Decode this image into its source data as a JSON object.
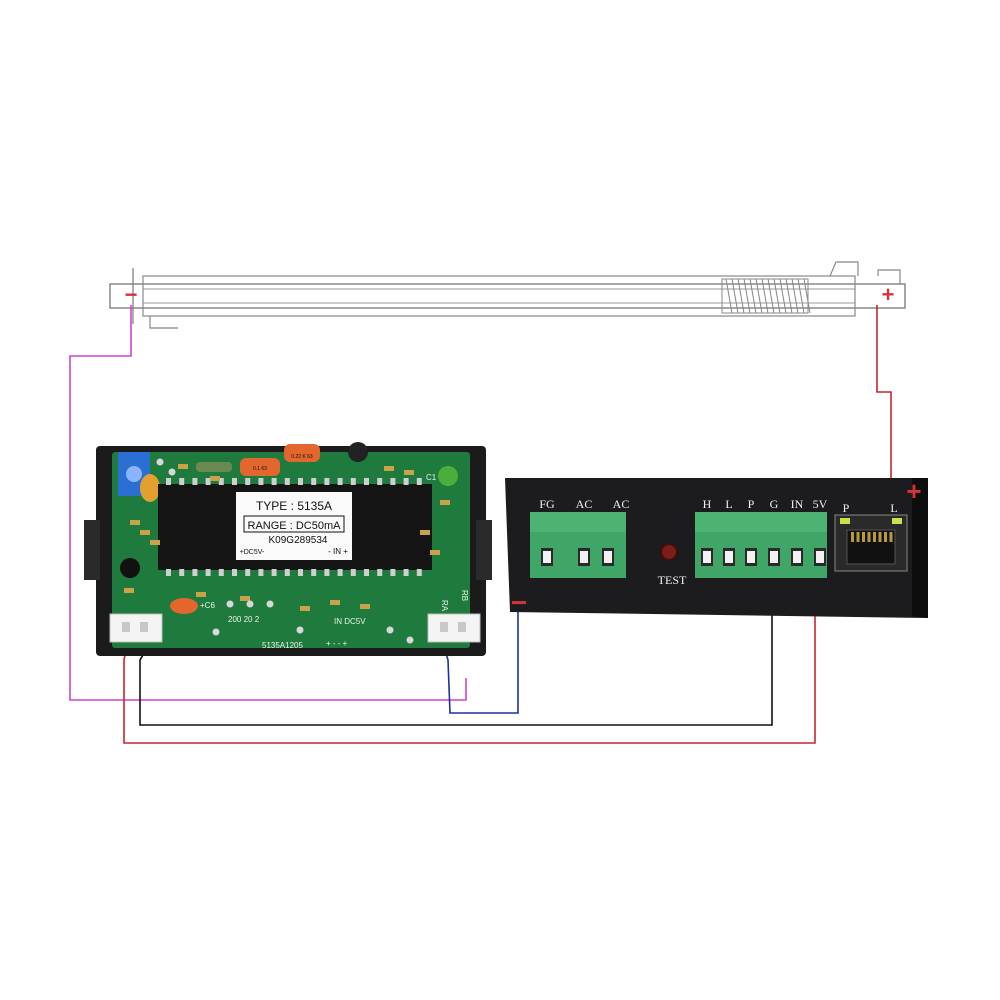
{
  "tube": {
    "neg_symbol": "−",
    "pos_symbol": "+"
  },
  "meter": {
    "chip_type": "TYPE  :  5135A",
    "chip_range": "RANGE  : DC50mA",
    "chip_code": "K09G289534",
    "chip_pins_left": "+DC5V-",
    "chip_pins_right": "- IN +",
    "pcb_label_c6": "+C6",
    "pcb_label_c1": "C1",
    "pcb_label_range": "200  20  2",
    "pcb_label_in": "IN   DC5V",
    "pcb_label_pins": "+  -  -  +",
    "pcb_label_model": "5135A1205",
    "pcb_label_ra": "RA",
    "pcb_label_rb": "RB",
    "pcb_label_cap1": "0.22 K 63",
    "pcb_label_cap2": "0.1 63"
  },
  "psu": {
    "left_terminals": [
      "FG",
      "AC",
      "AC"
    ],
    "right_terminals": [
      "H",
      "L",
      "P",
      "G",
      "IN",
      "5V"
    ],
    "test_label": "TEST",
    "port_labels": [
      "P",
      "L"
    ],
    "neg_symbol": "−",
    "pos_symbol": "+"
  },
  "colors": {
    "positive_wire": "#c4262e",
    "negative_wire": "#d045c8",
    "ground_wire": "#111111",
    "blue_wire": "#1d2fa8",
    "psu_body": "#1c1c1e",
    "pcb": "#1f7a3e",
    "terminal": "#3fa667"
  }
}
